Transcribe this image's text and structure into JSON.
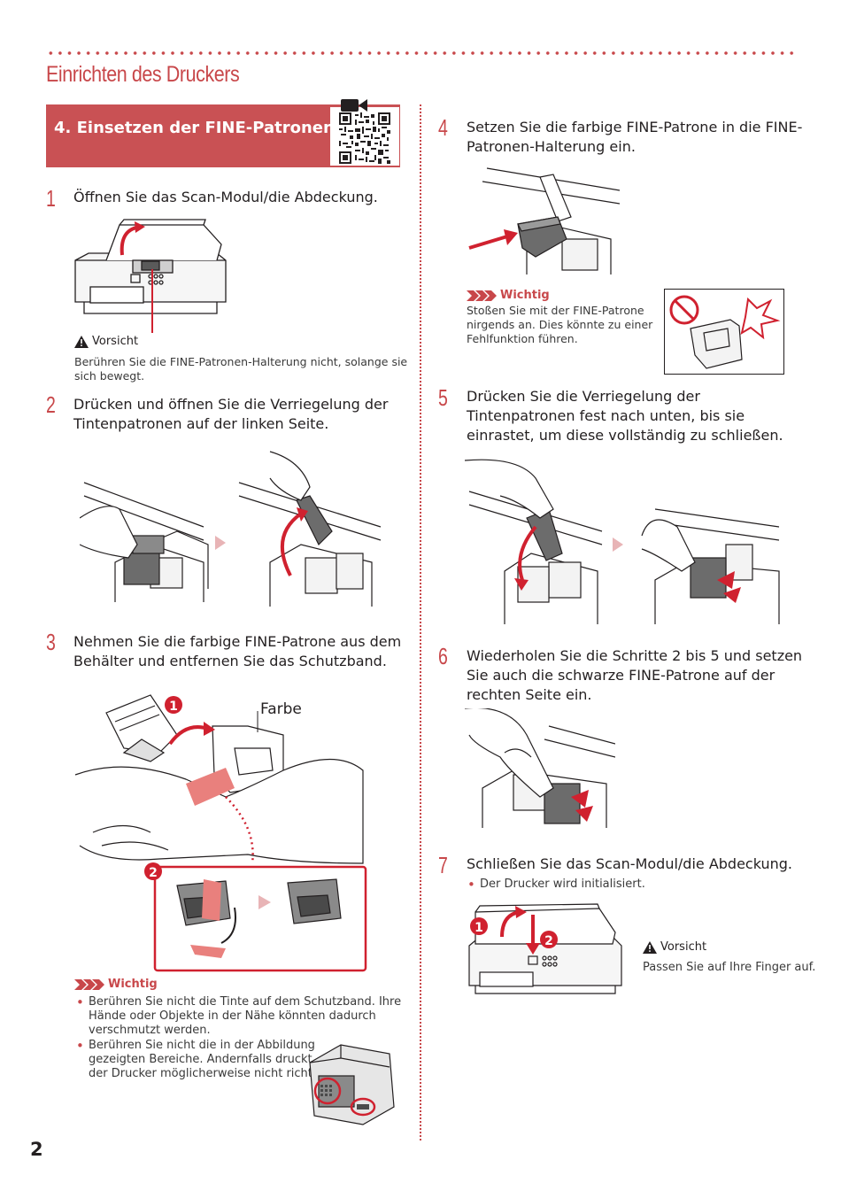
{
  "header": {
    "title": "Einrichten des Druckers"
  },
  "section": {
    "title": "4. Einsetzen der FINE-Patronen"
  },
  "steps": [
    {
      "num": "1",
      "text": "Öffnen Sie das Scan-Modul/die Abdeckung."
    },
    {
      "num": "2",
      "text_line1": "Drücken und öffnen Sie die Verriegelung der",
      "text_line2": "Tintenpatronen auf der linken Seite."
    },
    {
      "num": "3",
      "text_line1": "Nehmen Sie die farbige FINE-Patrone aus dem",
      "text_line2": "Behälter und entfernen Sie das Schutzband."
    },
    {
      "num": "4",
      "text_line1": "Setzen Sie die farbige FINE-Patrone in die FINE-",
      "text_line2": "Patronen-Halterung ein."
    },
    {
      "num": "5",
      "text_line1": "Drücken Sie die Verriegelung der",
      "text_line2": "Tintenpatronen fest nach unten, bis sie",
      "text_line3": "einrastet, um diese vollständig zu schließen."
    },
    {
      "num": "6",
      "text_line1": "Wiederholen Sie die Schritte 2 bis 5 und setzen",
      "text_line2": "Sie auch die schwarze FINE-Patrone auf der",
      "text_line3": "rechten Seite ein."
    },
    {
      "num": "7",
      "text": "Schließen Sie das Scan-Modul/die Abdeckung.",
      "bullet": "Der Drucker wird initialisiert."
    }
  ],
  "step1_caution": {
    "label": "Vorsicht",
    "line1": "Berühren Sie die FINE-Patronen-Halterung nicht, solange sie",
    "line2": "sich bewegt."
  },
  "step3": {
    "farbe_label": "Farbe",
    "wichtig_label": "Wichtig",
    "bullet1_line1": "Berühren Sie nicht die Tinte auf dem Schutzband. Ihre",
    "bullet1_line2": "Hände oder Objekte in der Nähe könnten dadurch",
    "bullet1_line3": "verschmutzt werden.",
    "bullet2_line1": "Berühren Sie nicht die in der Abbildung",
    "bullet2_line2": "gezeigten Bereiche. Andernfalls druckt",
    "bullet2_line3": "der Drucker möglicherweise nicht richtig.",
    "callout_1": "1",
    "callout_2": "2"
  },
  "step4_wichtig": {
    "label": "Wichtig",
    "line1": "Stoßen Sie mit der FINE-Patrone",
    "line2": "nirgends an. Dies könnte zu einer",
    "line3": "Fehlfunktion führen."
  },
  "step7_caution": {
    "label": "Vorsicht",
    "text": "Passen Sie auf Ihre Finger auf.",
    "callout_1": "1",
    "callout_2": "2"
  },
  "footer": {
    "page_number": "2"
  },
  "colors": {
    "accent": "#c8474a",
    "section_bg": "#c95154",
    "text": "#231f20"
  },
  "icons": [
    "video-camera-icon",
    "qr-code",
    "warning-triangle-icon",
    "important-arrows-icon",
    "prohibited-icon",
    "arrow-right-icon"
  ]
}
